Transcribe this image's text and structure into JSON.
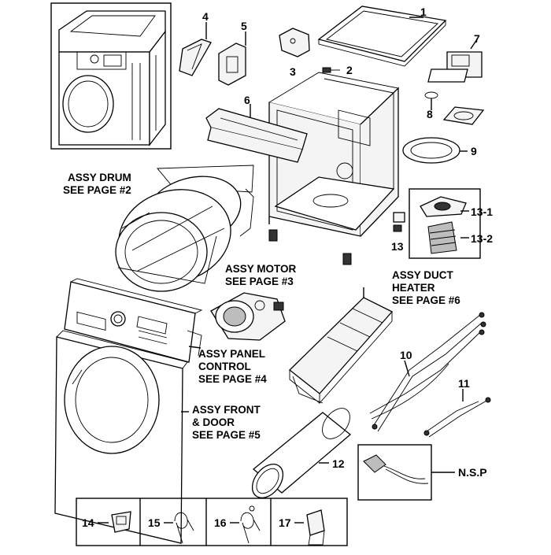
{
  "diagram": {
    "callouts": {
      "p1": "1",
      "p2": "2",
      "p3": "3",
      "p4": "4",
      "p5": "5",
      "p6": "6",
      "p7": "7",
      "p8": "8",
      "p9": "9",
      "p10": "10",
      "p11": "11",
      "p12": "12",
      "p13": "13",
      "p13_1": "13-1",
      "p13_2": "13-2",
      "p14": "14",
      "p15": "15",
      "p16": "16",
      "p17": "17",
      "nsp": "N.S.P"
    },
    "assemblies": {
      "drum": "ASSY DRUM\nSEE PAGE #2",
      "motor": "ASSY MOTOR\nSEE PAGE #3",
      "duct_heater": "ASSY DUCT\nHEATER\nSEE PAGE #6",
      "panel_control": "ASSY PANEL\nCONTROL\nSEE PAGE #4",
      "front_door": "ASSY FRONT\n& DOOR\nSEE PAGE #5"
    }
  }
}
